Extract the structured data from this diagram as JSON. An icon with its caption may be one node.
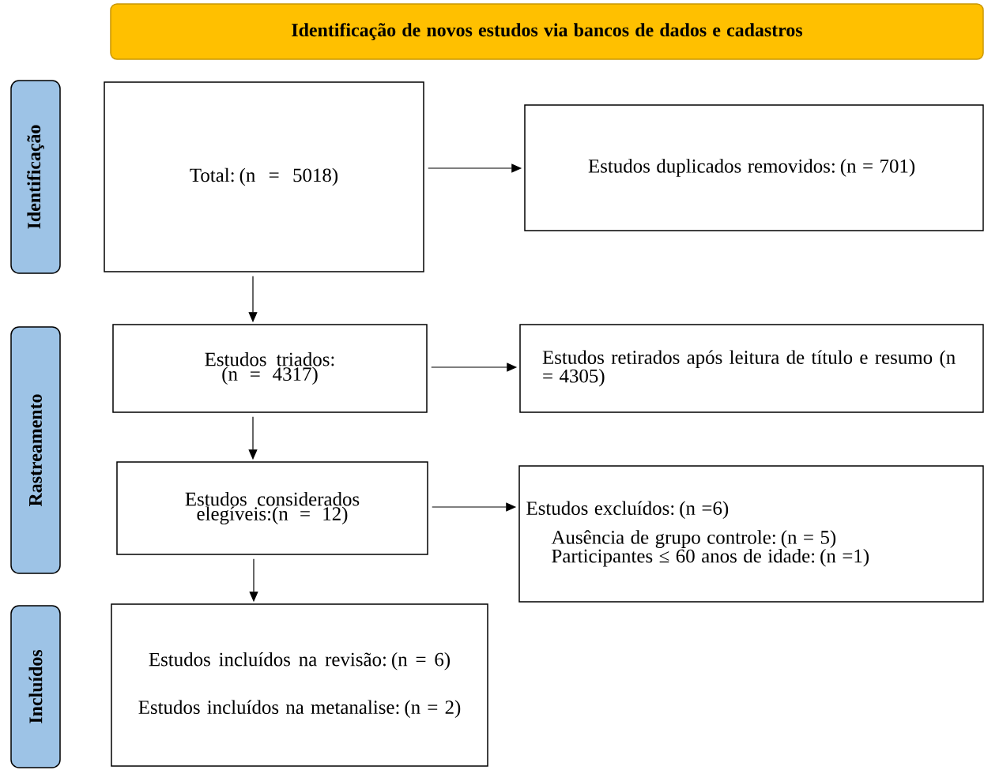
{
  "diagram": {
    "nodes": [
      {
        "text": [
          "Identificação de novos estudos via bancos de dados e cadastros"
        ]
      },
      {
        "text": [
          "Identificação"
        ]
      },
      {
        "text": [
          "Rastreamento"
        ]
      },
      {
        "text": [
          "Incluídos"
        ]
      },
      {
        "text": [
          "Total: (n = 5018)"
        ]
      },
      {
        "text": [
          "Estudos duplicados removidos: (n = 701)"
        ]
      },
      {
        "text": [
          "Estudos triados: (n = 4317)"
        ]
      },
      {
        "text": [
          "Estudos retirados após leitura de título e resumo (n = 4305)"
        ]
      },
      {
        "text": [
          "Estudos considerados elegíveis:(n = 12)"
        ]
      },
      {
        "text": [
          "Estudos excluídos: (n =6)",
          "Ausência de grupo controle: (n = 5)",
          "Participantes ≤ 60 anos de idade: (n =1)"
        ]
      },
      {
        "text": [
          "Estudos incluídos na revisão: (n = 6)",
          "Estudos incluídos na metanalise: (n = 2)"
        ]
      }
    ],
    "edges": [
      {
        "from": 4,
        "to": 5,
        "arrow": "to"
      },
      {
        "from": 4,
        "to": 6,
        "arrow": "to"
      },
      {
        "from": 6,
        "to": 7,
        "arrow": "to"
      },
      {
        "from": 6,
        "to": 8,
        "arrow": "to"
      },
      {
        "from": 8,
        "to": 9,
        "arrow": "to"
      },
      {
        "from": 8,
        "to": 10,
        "arrow": "to"
      }
    ]
  }
}
